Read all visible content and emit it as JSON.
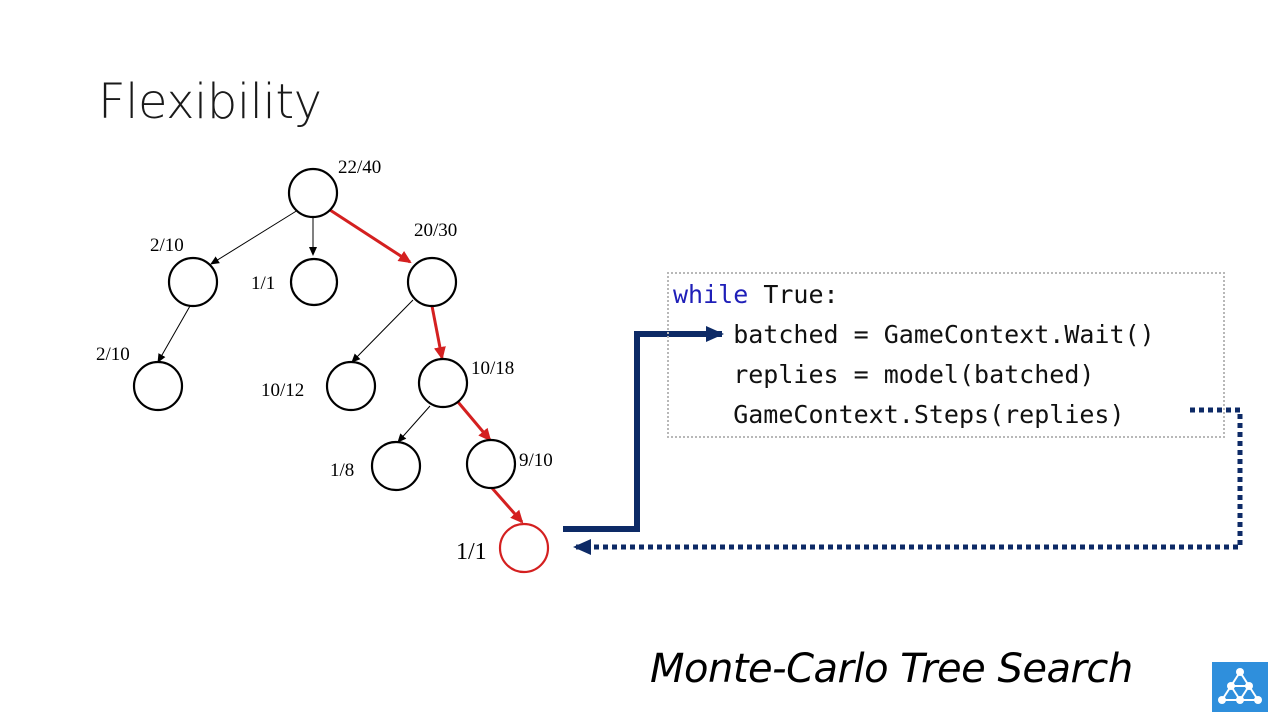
{
  "slide": {
    "title": "Flexibility",
    "subtitle": "Monte-Carlo Tree Search"
  },
  "tree": {
    "labels": {
      "root": "22/40",
      "a": "2/10",
      "b": "1/1",
      "c": "20/30",
      "a1": "2/10",
      "c1": "10/12",
      "c2": "10/18",
      "c2a": "1/8",
      "c2b": "9/10",
      "leaf": "1/1"
    }
  },
  "code": {
    "keyword": "while",
    "line1_rest": " True:",
    "line2": "    batched = GameContext.Wait()",
    "line3": "    replies = model(batched)",
    "line4": "    GameContext.Steps(replies)"
  },
  "colors": {
    "selected_path": "#d42020",
    "arrow_navy": "#0d2a66",
    "keyword_blue": "#1f1fb8",
    "logo_blue": "#2f8fdc"
  }
}
